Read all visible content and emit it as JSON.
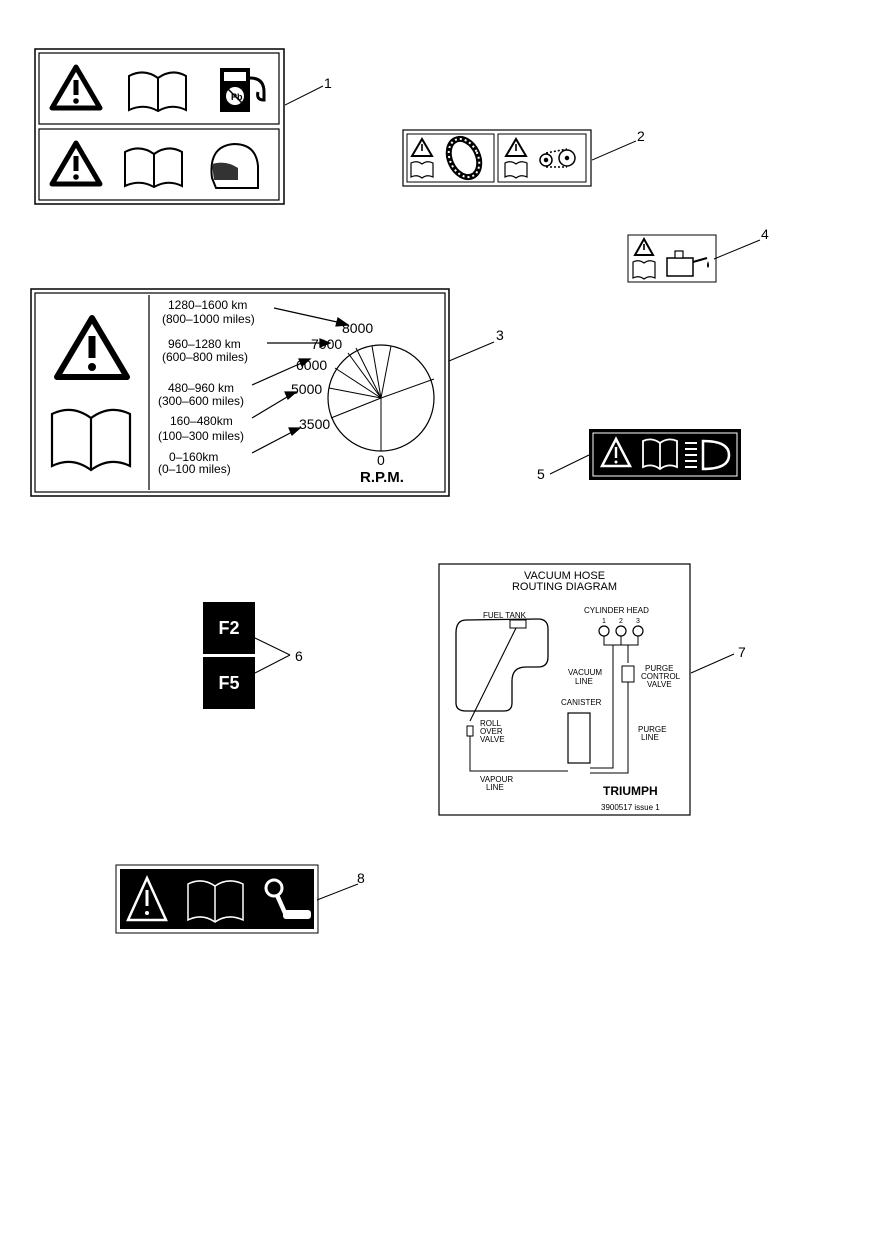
{
  "callouts": [
    "1",
    "2",
    "3",
    "4",
    "5",
    "6",
    "7",
    "8"
  ],
  "label3": {
    "rows": [
      {
        "km": "1280–1600 km",
        "miles": "(800–1000 miles)",
        "rpm": "8000"
      },
      {
        "km": "960–1280 km",
        "miles": "(600–800 miles)",
        "rpm": "7000"
      },
      {
        "km": "480–960 km",
        "miles": "(300–600 miles)",
        "rpm": "6000"
      },
      {
        "km": "160–480km",
        "miles": "(100–300 miles)",
        "rpm": "5000"
      },
      {
        "km": "0–160km",
        "miles": "(0–100 miles)",
        "rpm": "3500"
      }
    ],
    "zero": "0",
    "unit": "R.P.M."
  },
  "fuses": [
    "F2",
    "F5"
  ],
  "label7": {
    "title_line1": "VACUUM HOSE",
    "title_line2": "ROUTING DIAGRAM",
    "fuel_tank": "FUEL TANK",
    "cylinder_head": "CYLINDER HEAD",
    "cyl_numbers": [
      "1",
      "2",
      "3"
    ],
    "vacuum_line": [
      "VACUUM",
      "LINE"
    ],
    "purge_control_valve": [
      "PURGE",
      "CONTROL",
      "VALVE"
    ],
    "canister": "CANISTER",
    "roll_over_valve": [
      "ROLL",
      "OVER",
      "VALVE"
    ],
    "purge_line": [
      "PURGE",
      "LINE"
    ],
    "vapour_line": [
      "VAPOUR",
      "LINE"
    ],
    "brand": "TRIUMPH",
    "part_number": "3900517 issue 1"
  },
  "icons": {
    "warning": "warning-triangle-icon",
    "manual": "open-book-icon",
    "fuel": "fuel-pump-no-lead-icon",
    "helmet": "helmet-icon",
    "tyre": "tyre-icon",
    "chain": "drive-chain-icon",
    "oil": "oil-can-icon",
    "headlight": "headlight-icon",
    "key": "key-icon"
  }
}
